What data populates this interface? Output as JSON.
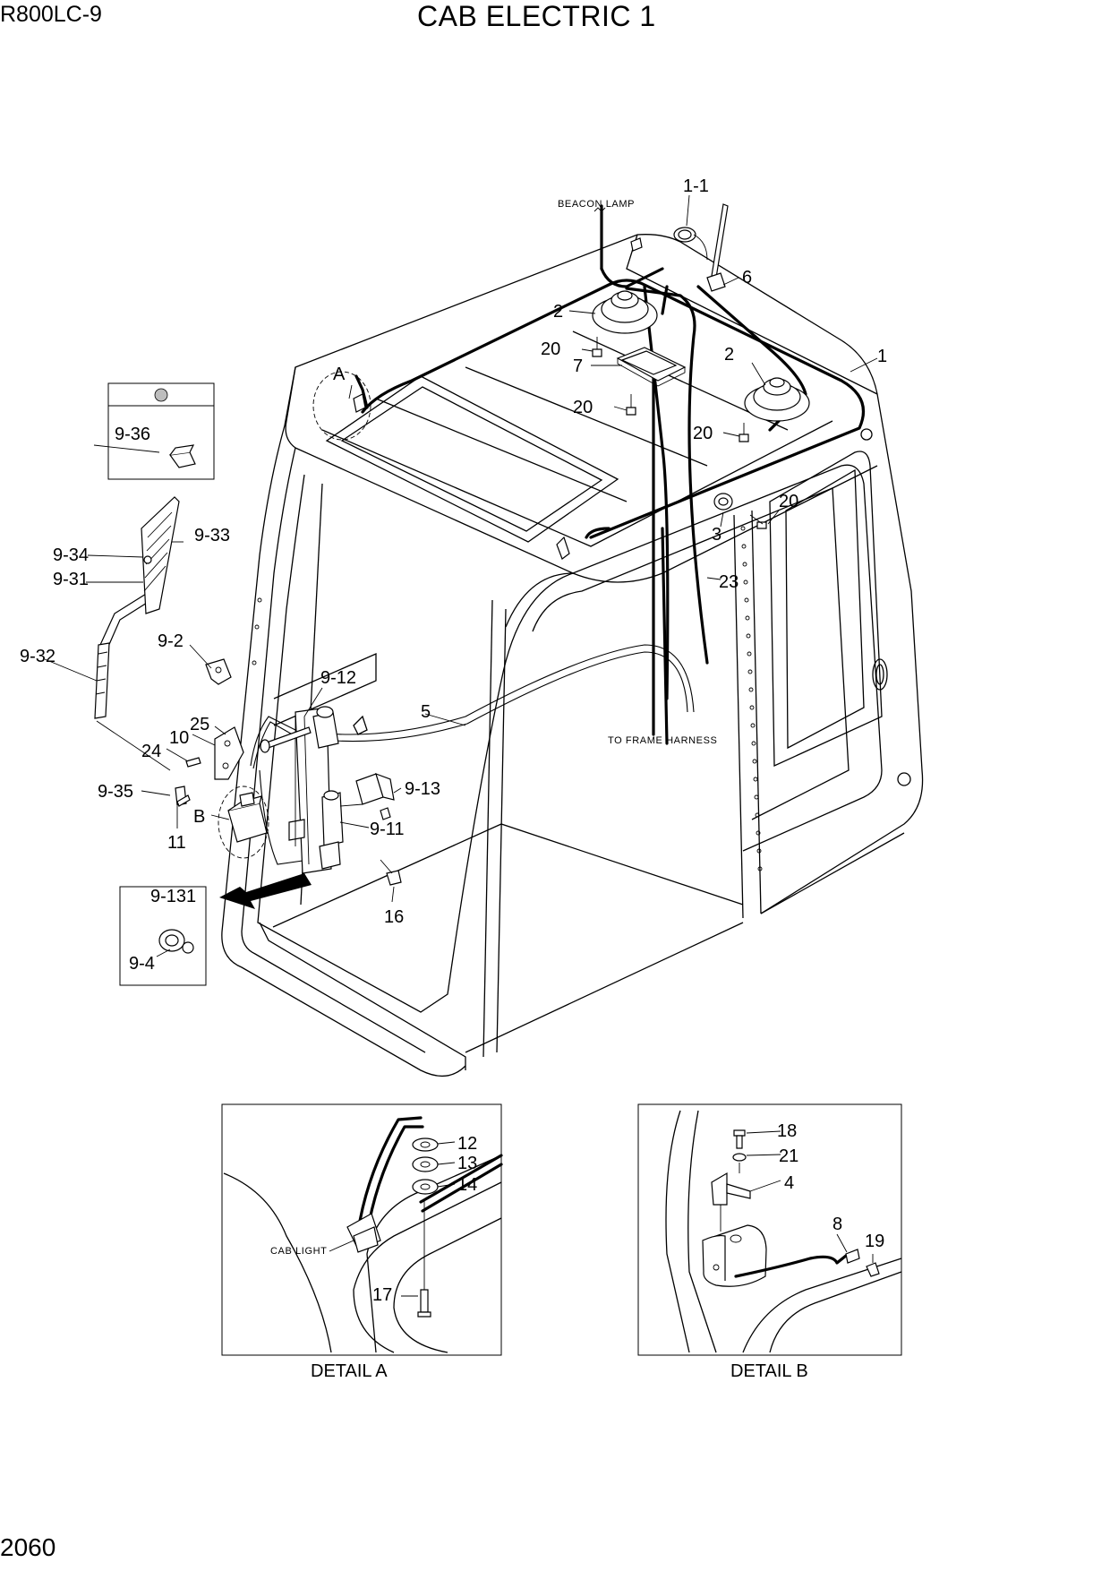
{
  "header": {
    "model": "R800LC-9",
    "title": "CAB ELECTRIC 1"
  },
  "footer": {
    "page_number": "2060"
  },
  "annotations": {
    "beacon_lamp": "BEACON LAMP",
    "to_frame_harness": "TO FRAME HARNESS",
    "cab_light": "CAB LIGHT"
  },
  "callouts": {
    "c_1_1": "1-1",
    "c_6": "6",
    "c_2_top": "2",
    "c_20_a": "20",
    "c_7": "7",
    "c_20_b": "20",
    "c_2_right": "2",
    "c_1": "1",
    "c_20_c": "20",
    "c_20_d": "20",
    "c_3": "3",
    "c_23": "23",
    "c_a": "A",
    "c_9_36": "9-36",
    "c_9_33": "9-33",
    "c_9_34": "9-34",
    "c_9_31": "9-31",
    "c_9_32": "9-32",
    "c_9_2": "9-2",
    "c_9_12": "9-12",
    "c_5": "5",
    "c_25": "25",
    "c_10": "10",
    "c_24": "24",
    "c_9_13": "9-13",
    "c_9_35": "9-35",
    "c_b": "B",
    "c_9_11": "9-11",
    "c_11": "11",
    "c_16": "16",
    "c_9_131": "9-131",
    "c_9_4": "9-4",
    "c_12": "12",
    "c_13": "13",
    "c_14": "14",
    "c_17": "17",
    "c_18": "18",
    "c_21": "21",
    "c_4": "4",
    "c_8": "8",
    "c_19": "19"
  },
  "details": {
    "detail_a": "DETAIL A",
    "detail_b": "DETAIL B"
  }
}
